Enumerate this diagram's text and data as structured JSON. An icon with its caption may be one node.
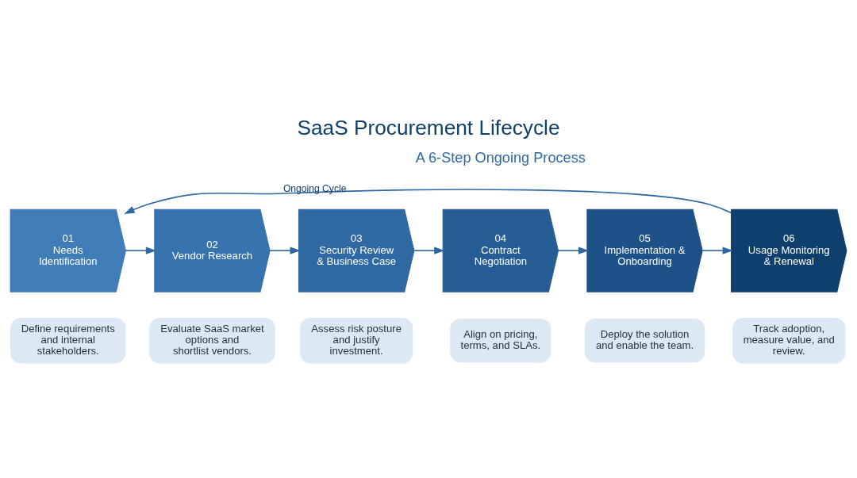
{
  "diagram": {
    "title": "SaaS Procurement Lifecycle",
    "nodes": [
      {
        "text": [
          "01",
          "Needs Identification"
        ]
      },
      {
        "text": [
          "02",
          "Vendor Research"
        ]
      },
      {
        "text": [
          "03",
          "Security Review & Business Case"
        ]
      },
      {
        "text": [
          "04",
          "Contract Negotiation"
        ]
      },
      {
        "text": [
          "05",
          "Implementation & Onboarding"
        ]
      },
      {
        "text": [
          "06",
          "Usage Monitoring & Renewal"
        ]
      },
      {
        "text": [
          "Define requirements and internal stakeholders."
        ]
      },
      {
        "text": [
          "Evaluate SaaS market options and shortlist vendors."
        ]
      },
      {
        "text": [
          "Assess risk posture and justify investment."
        ]
      },
      {
        "text": [
          "Align on pricing, terms, and SLAs."
        ]
      },
      {
        "text": [
          "Deploy the solution and enable the team."
        ]
      },
      {
        "text": [
          "Track adoption, measure value, and review."
        ]
      }
    ],
    "edges": [
      {
        "from": 0,
        "to": 1,
        "arrow": "to"
      },
      {
        "from": 1,
        "to": 2,
        "arrow": "to"
      },
      {
        "from": 2,
        "to": 3,
        "arrow": "to"
      },
      {
        "from": 3,
        "to": 4,
        "arrow": "to"
      },
      {
        "from": 4,
        "to": 5,
        "arrow": "to"
      },
      {
        "from": 5,
        "to": 0,
        "arrow": "to",
        "label": "Ongoing Cycle"
      }
    ],
    "labels": [
      "A 6-Step Ongoing Process"
    ]
  }
}
